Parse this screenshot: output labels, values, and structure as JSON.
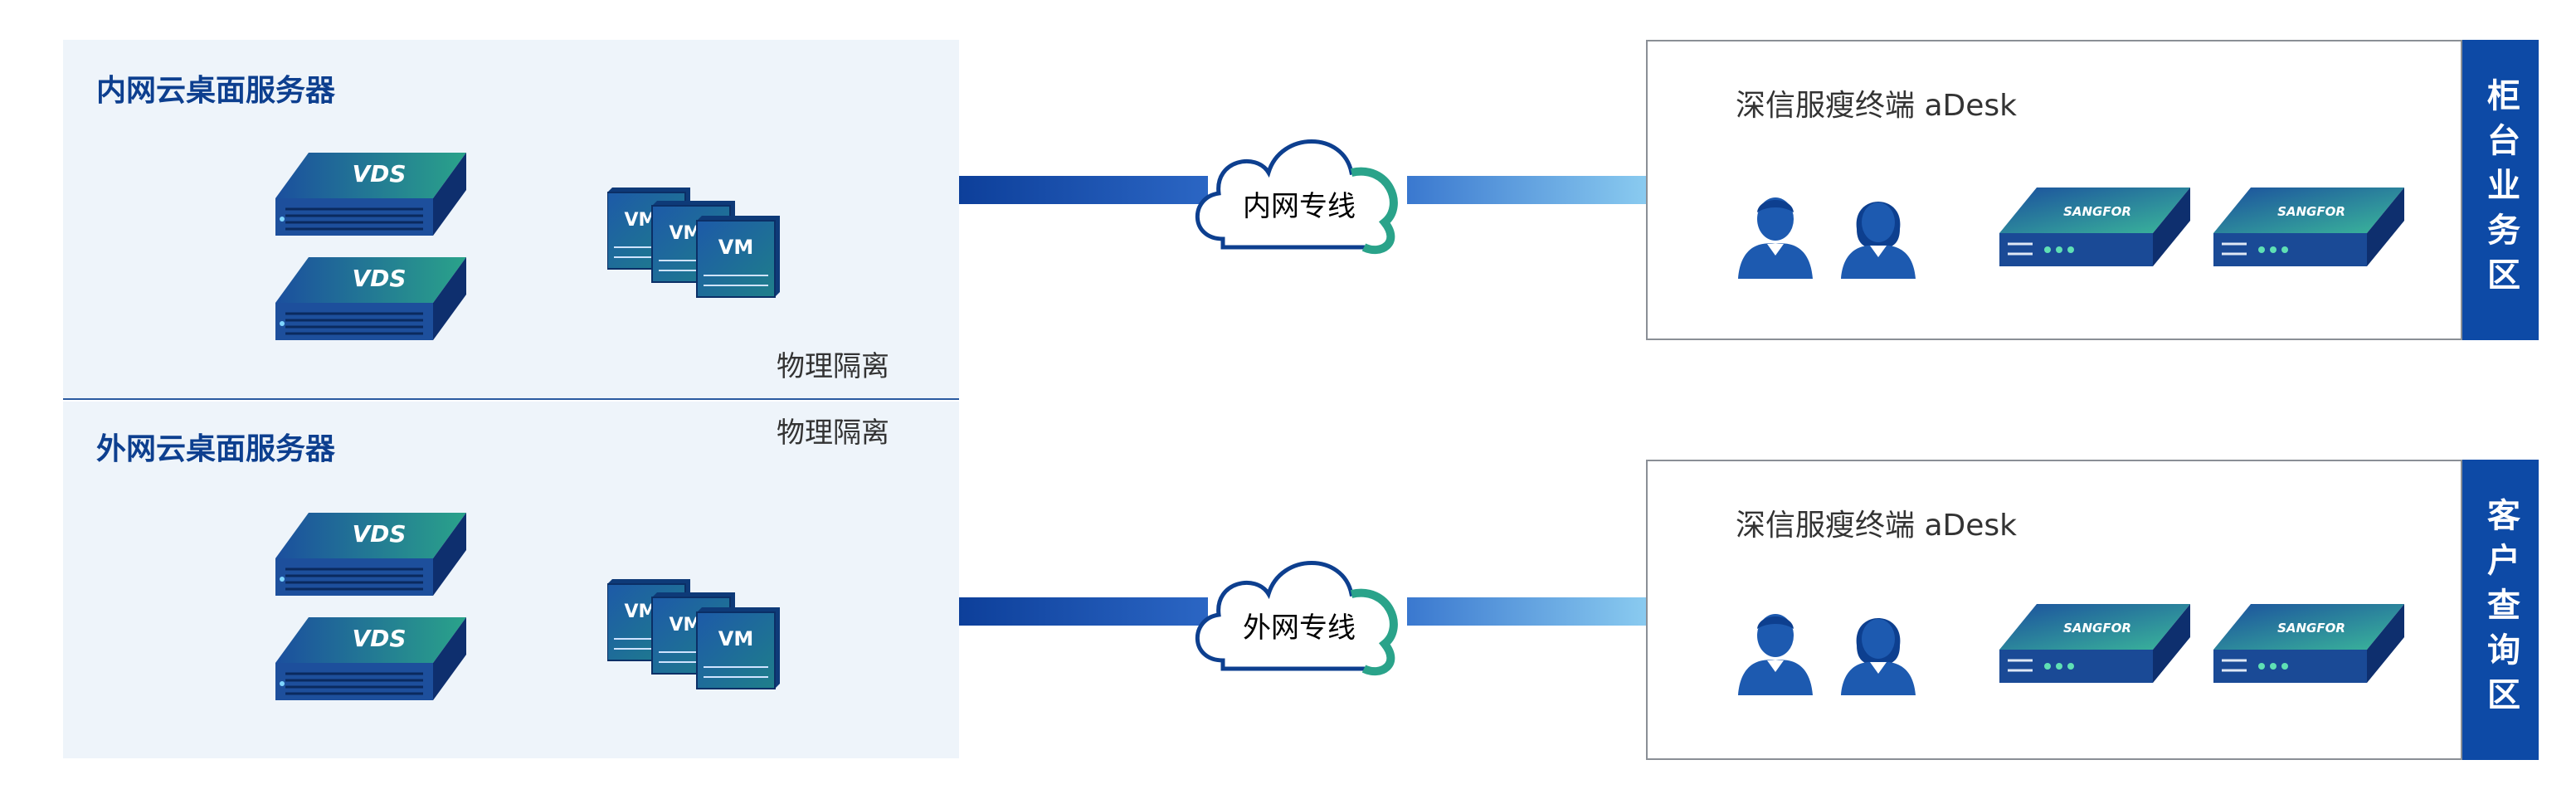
{
  "zones": [
    {
      "title": "内网云桌面服务器",
      "server_badge": "VDS",
      "vm_badge": "VM"
    },
    {
      "title": "外网云桌面服务器",
      "server_badge": "VDS",
      "vm_badge": "VM"
    }
  ],
  "isolation_labels": [
    "物理隔离",
    "物理隔离"
  ],
  "links": [
    {
      "label": "内网专线"
    },
    {
      "label": "外网专线"
    }
  ],
  "terminal_groups": [
    {
      "title": "深信服瘦终端 aDesk",
      "side_label": "柜台业务区",
      "device_brand": "SANGFOR"
    },
    {
      "title": "深信服瘦终端 aDesk",
      "side_label": "客户查询区",
      "device_brand": "SANGFOR"
    }
  ],
  "colors": {
    "zone_bg": "#eef4fa",
    "accent_blue": "#0d4aa6",
    "teal": "#2aa38a",
    "light_blue": "#7fc3ec"
  },
  "icons": [
    "server-icon",
    "vm-icon",
    "cloud-icon",
    "user-male-icon",
    "user-female-icon",
    "thin-client-icon"
  ]
}
